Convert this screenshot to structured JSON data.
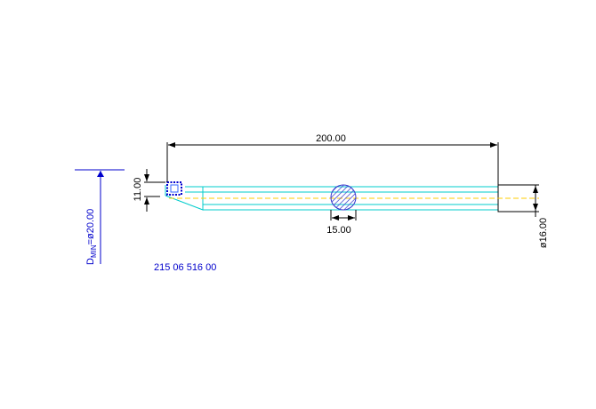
{
  "drawing": {
    "part_number": "215 06 516 00",
    "dimensions": {
      "total_length": "200.00",
      "width_section": "15.00",
      "shank_diameter": "ø16.00",
      "insert_offset": "11.00",
      "dmin_label_main": "D",
      "dmin_label_sub": "MIN",
      "dmin_value": "=ø20.00"
    },
    "colors": {
      "outline": "#00cccc",
      "dimension": "#000000",
      "annotation": "#0000cc",
      "centerline": "#ffcc00",
      "hatch": "#3333cc"
    }
  }
}
